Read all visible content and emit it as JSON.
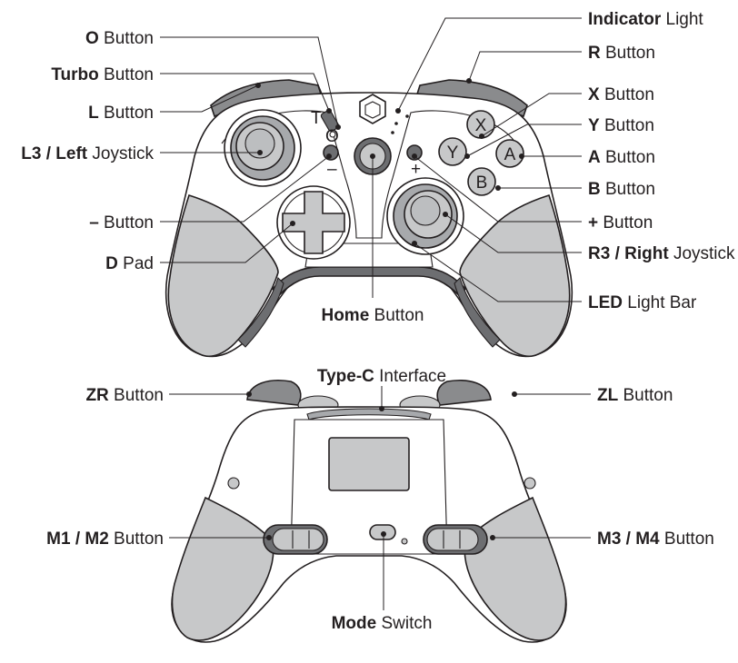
{
  "front_labels": {
    "o_button": {
      "bold": "O",
      "rest": " Button"
    },
    "turbo_button": {
      "bold": "Turbo",
      "rest": " Button"
    },
    "l_button": {
      "bold": "L",
      "rest": " Button"
    },
    "l3_left_joystick": {
      "bold": "L3 / Left",
      "rest": " Joystick"
    },
    "minus_button": {
      "bold": "–",
      "rest": " Button"
    },
    "d_pad": {
      "bold": "D",
      "rest": " Pad"
    },
    "home_button": {
      "bold": "Home",
      "rest": " Button"
    },
    "indicator_light": {
      "bold": "Indicator",
      "rest": " Light"
    },
    "r_button": {
      "bold": "R",
      "rest": " Button"
    },
    "x_button": {
      "bold": "X",
      "rest": " Button"
    },
    "y_button": {
      "bold": "Y",
      "rest": " Button"
    },
    "a_button": {
      "bold": "A",
      "rest": " Button"
    },
    "b_button": {
      "bold": "B",
      "rest": " Button"
    },
    "plus_button": {
      "bold": "+",
      "rest": " Button"
    },
    "r3_right_joystick": {
      "bold": "R3 / Right",
      "rest": " Joystick"
    },
    "led_light_bar": {
      "bold": "LED",
      "rest": " Light Bar"
    }
  },
  "back_labels": {
    "zr_button": {
      "bold": "ZR",
      "rest": " Button"
    },
    "type_c_interface": {
      "bold": "Type-C",
      "rest": " Interface"
    },
    "zl_button": {
      "bold": "ZL",
      "rest": " Button"
    },
    "m1_m2_button": {
      "bold": "M1 / M2",
      "rest": " Button"
    },
    "m3_m4_button": {
      "bold": "M3 / M4",
      "rest": " Button"
    },
    "mode_switch": {
      "bold": "Mode",
      "rest": " Switch"
    }
  },
  "face_buttons": {
    "x": "X",
    "y": "Y",
    "a": "A",
    "b": "B"
  },
  "small_marks": {
    "turbo": "T",
    "o": "O",
    "minus": "–",
    "plus": "+"
  },
  "colors": {
    "outline": "#231f20",
    "grip": "#c7c8c9",
    "body": "#ffffff",
    "dark_trim": "#6d6e71",
    "mid": "#a7a9ac"
  }
}
